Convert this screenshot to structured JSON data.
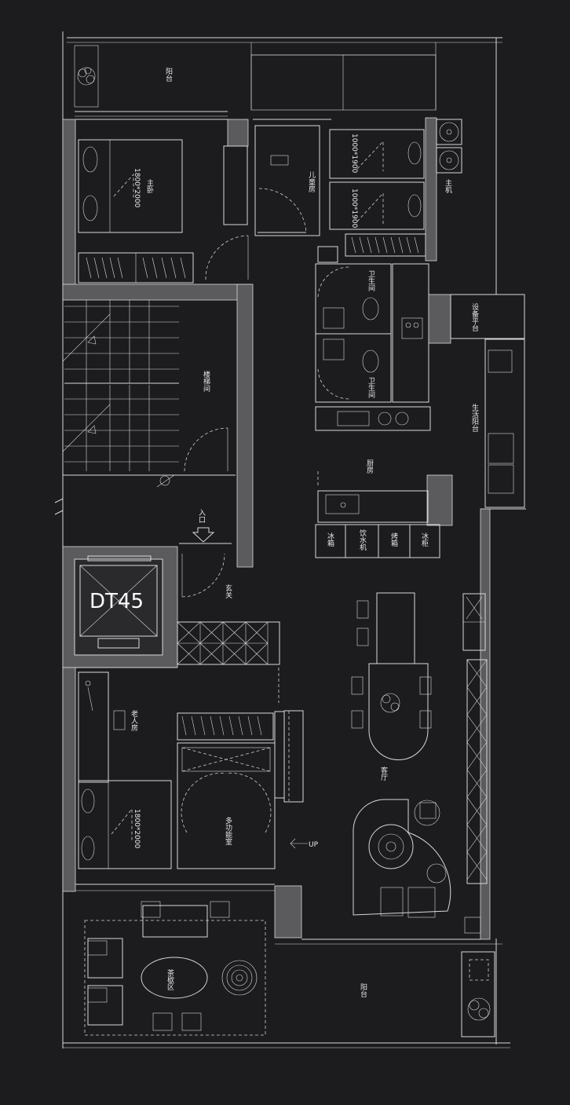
{
  "rooms": {
    "balcony_top": "阳台",
    "master_bedroom": "主卧",
    "master_bed_size": "1800*2000",
    "kids_room": "儿童房",
    "kids_bed_size_1": "1000*1900",
    "kids_bed_size_2": "1000*1900",
    "host_unit": "主机",
    "bathroom_1": "卫生间",
    "bathroom_2": "卫生间",
    "equipment_platform": "设备平台",
    "stairwell": "楼梯间",
    "service_balcony": "生活阳台",
    "kitchen": "厨房",
    "entrance": "入口",
    "foyer": "玄关",
    "elevator": "DT45",
    "elder_room": "老人房",
    "elder_bed_size": "1800*2000",
    "living_room": "客厅",
    "multi_room": "多功能室",
    "tea_area": "茶歇区",
    "balcony_bottom": "阳台",
    "up_mark": "UP"
  },
  "appliances": {
    "fridge": "冰箱",
    "water_dispenser": "饮水机",
    "steam_oven": "烤箱",
    "freezer": "冰柜"
  },
  "colors": {
    "background": "#1c1c1e",
    "line": "#d9d9d9",
    "wall_fill": "#5b5b5e"
  }
}
